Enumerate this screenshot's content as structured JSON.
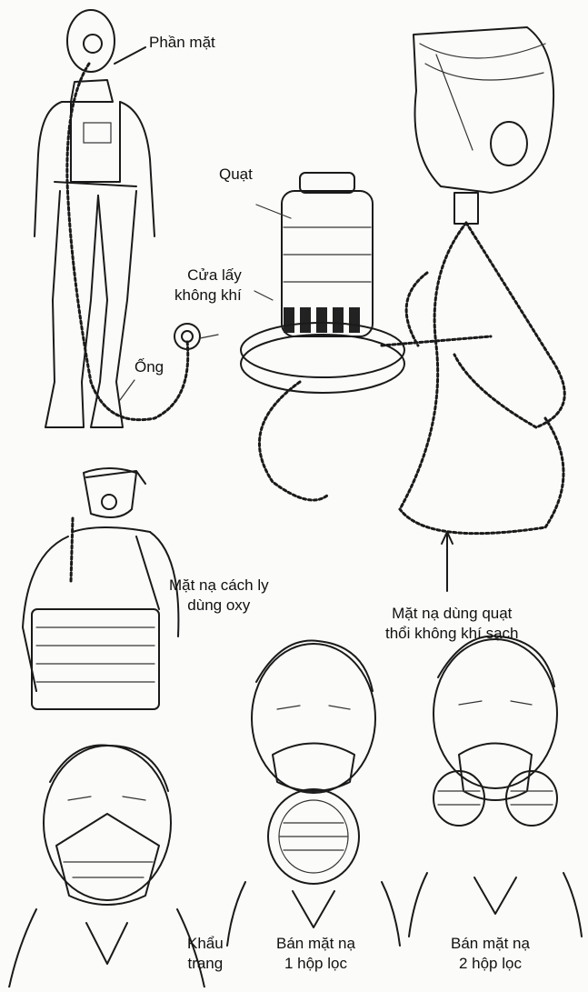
{
  "labels": {
    "face_part": "Phần mặt",
    "fan": "Quạt",
    "air_inlet_line1": "Cửa lấy",
    "air_inlet_line2": "không khí",
    "tube": "Ống",
    "oxygen_mask_line1": "Mặt nạ cách ly",
    "oxygen_mask_line2": "dùng oxy",
    "fan_mask_line1": "Mặt nạ dùng quạt",
    "fan_mask_line2": "thổi không khí sạch",
    "dust_mask_line1": "Khẩu",
    "dust_mask_line2": "trang",
    "half_mask_1_line1": "Bán mặt nạ",
    "half_mask_1_line2": "1 hộp lọc",
    "half_mask_2_line1": "Bán mặt nạ",
    "half_mask_2_line2": "2 hộp lọc"
  }
}
